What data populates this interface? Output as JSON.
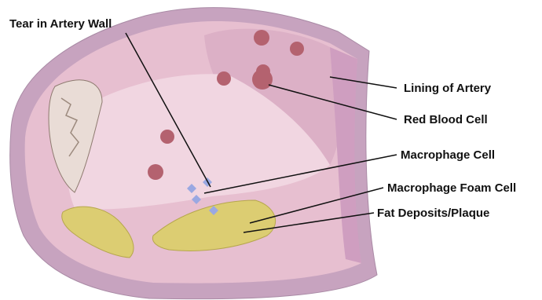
{
  "labels": {
    "tear": "Tear in Artery Wall",
    "lining": "Lining of Artery",
    "red_blood_cell": "Red Blood Cell",
    "macrophage": "Macrophage Cell",
    "foam_cell": "Macrophage Foam Cell",
    "plaque": "Fat Deposits/Plaque"
  },
  "colors": {
    "wall_outer": "#c7a3bf",
    "wall_pink": "#e7bfd0",
    "lumen": "#f1d6e1",
    "lumen_far": "#dcb0c6",
    "lining_band": "#cf9ec0",
    "rbc": "#b4626f",
    "plaque": "#dccd72",
    "macrophage": "#9aa8e2",
    "leader_line": "#111111"
  }
}
